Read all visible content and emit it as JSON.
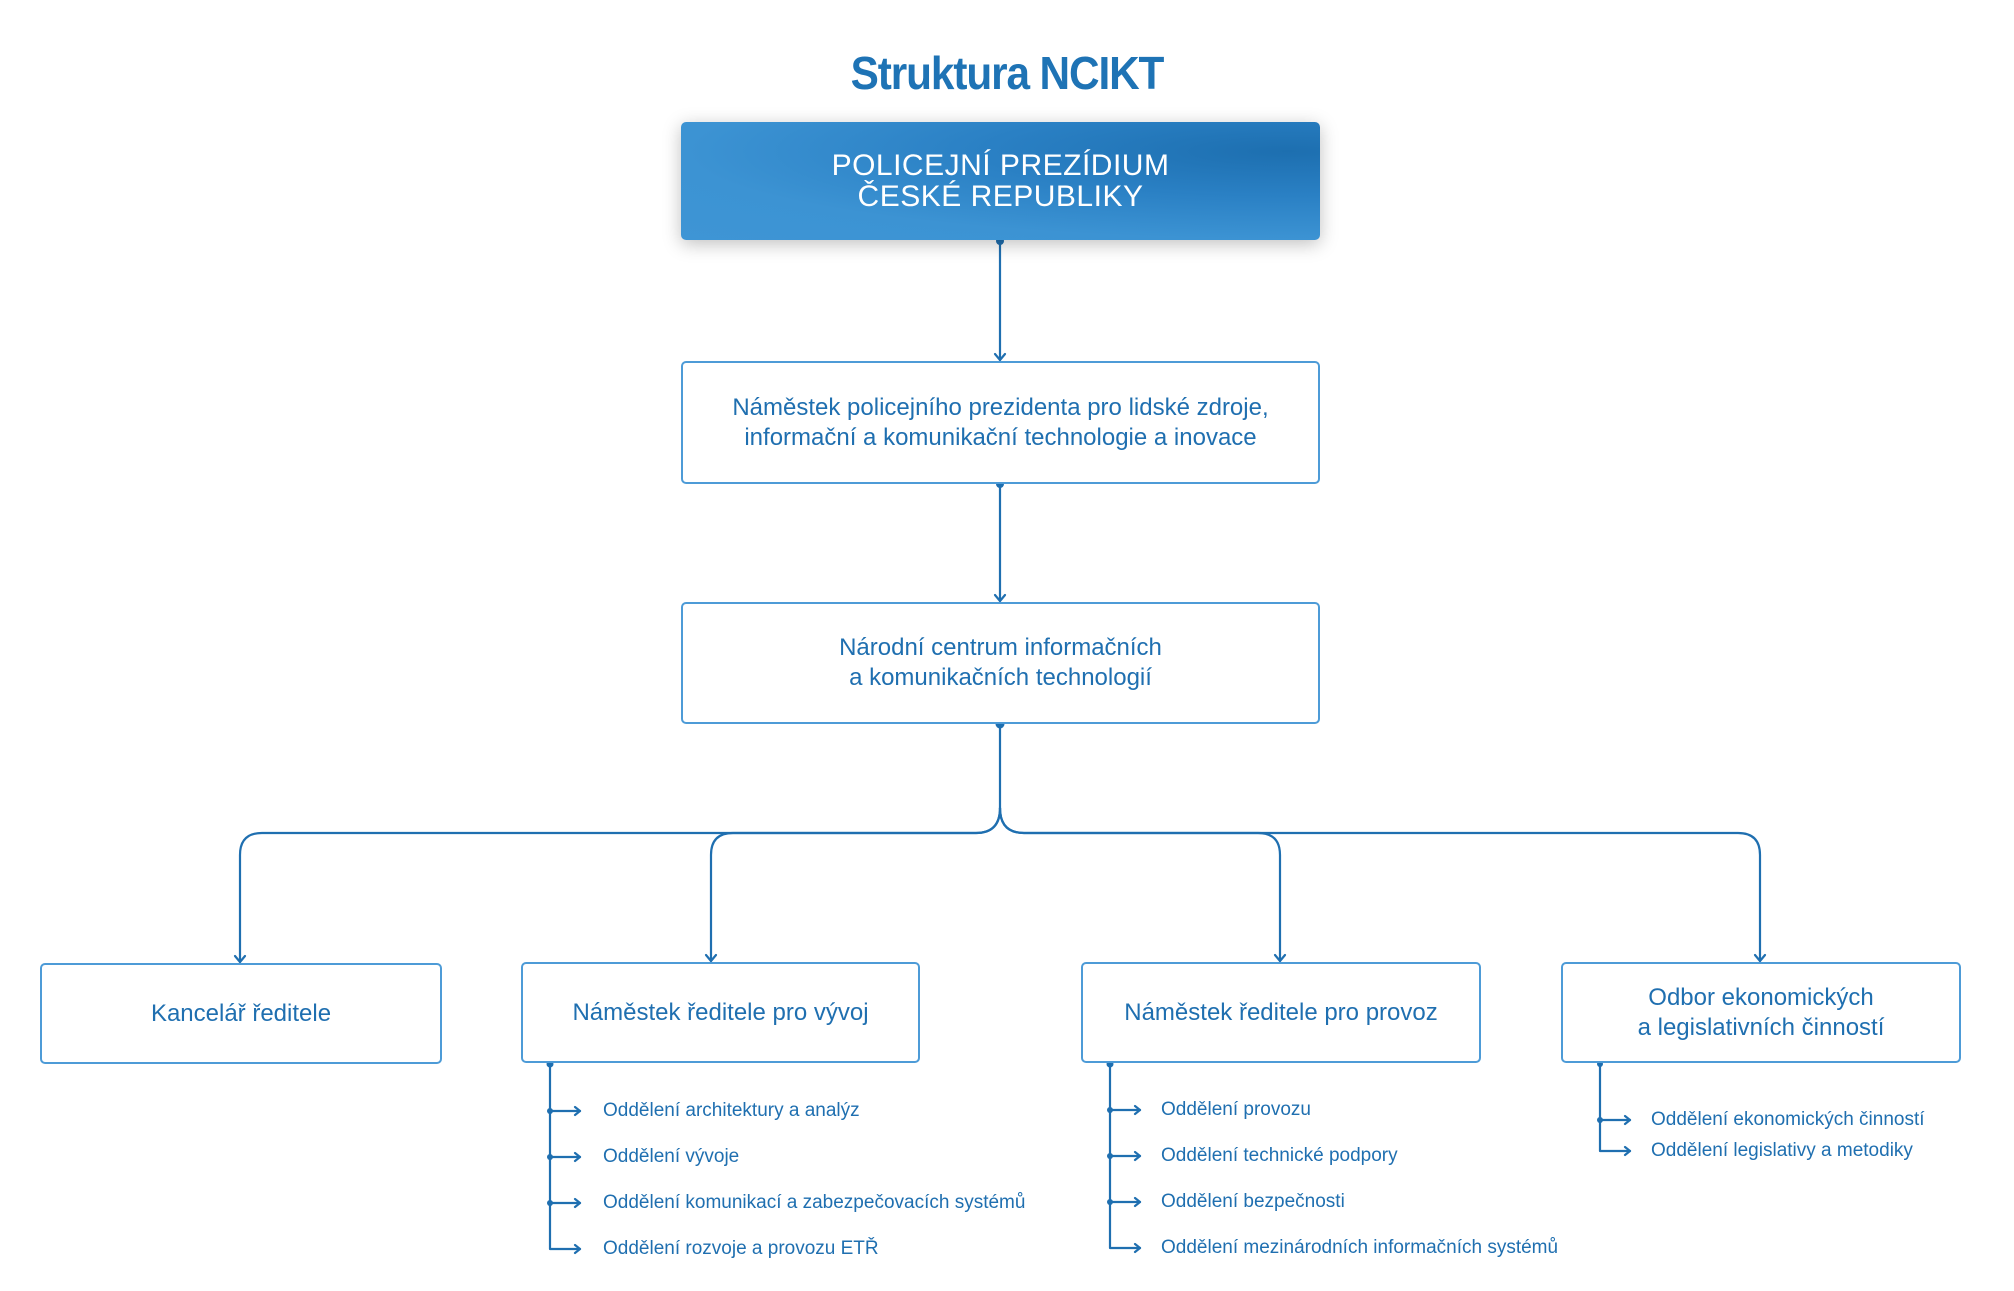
{
  "title": "Struktura NCIKT",
  "colors": {
    "primary": "#1e73b5",
    "line": "#1f6fb0",
    "box_border": "#4d9bd7",
    "top_box_light": "#3e95d5",
    "top_box_dark": "#1d6fb0"
  },
  "root": {
    "line1": "POLICEJNÍ PREZÍDIUM",
    "line2": "ČESKÉ REPUBLIKY"
  },
  "level2": {
    "line1": "Náměstek policejního prezidenta pro lidské zdroje,",
    "line2": "informační a komunikační technologie a inovace"
  },
  "level3": {
    "line1": "Národní centrum informačních",
    "line2": "a komunikačních technologií"
  },
  "units": [
    {
      "line1": "Kancelář ředitele",
      "line2": "",
      "departments": []
    },
    {
      "line1": "Náměstek ředitele pro vývoj",
      "line2": "",
      "departments": [
        "Oddělení architektury a analýz",
        "Oddělení vývoje",
        "Oddělení komunikací a zabezpečovacích systémů",
        "Oddělení rozvoje a provozu ETŘ"
      ]
    },
    {
      "line1": "Náměstek ředitele pro provoz",
      "line2": "",
      "departments": [
        "Oddělení provozu",
        "Oddělení technické podpory",
        "Oddělení bezpečnosti",
        "Oddělení mezinárodních informačních systémů"
      ]
    },
    {
      "line1": "Odbor ekonomických",
      "line2": "a legislativních činností",
      "departments": [
        "Oddělení ekonomických činností",
        "Oddělení legislativy a metodiky"
      ]
    }
  ]
}
